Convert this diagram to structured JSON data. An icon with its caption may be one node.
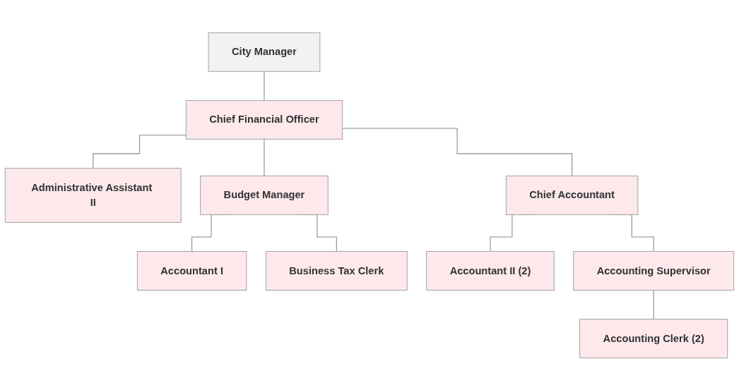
{
  "diagram": {
    "nodes": [
      {
        "text": [
          "City Manager"
        ]
      },
      {
        "text": [
          "Chief Financial Officer"
        ]
      },
      {
        "text": [
          "Administrative Assistant II"
        ]
      },
      {
        "text": [
          "Budget Manager"
        ]
      },
      {
        "text": [
          "Chief Accountant"
        ]
      },
      {
        "text": [
          "Accountant I"
        ]
      },
      {
        "text": [
          "Business Tax Clerk"
        ]
      },
      {
        "text": [
          "Accountant II (2)"
        ]
      },
      {
        "text": [
          "Accounting Supervisor"
        ]
      },
      {
        "text": [
          "Accounting Clerk (2)"
        ]
      }
    ],
    "edges": [
      {
        "from": 0,
        "to": 1,
        "arrow": "none"
      },
      {
        "from": 1,
        "to": 2,
        "arrow": "none"
      },
      {
        "from": 1,
        "to": 3,
        "arrow": "none"
      },
      {
        "from": 1,
        "to": 4,
        "arrow": "none"
      },
      {
        "from": 3,
        "to": 5,
        "arrow": "none"
      },
      {
        "from": 3,
        "to": 6,
        "arrow": "none"
      },
      {
        "from": 4,
        "to": 7,
        "arrow": "none"
      },
      {
        "from": 4,
        "to": 8,
        "arrow": "none"
      },
      {
        "from": 8,
        "to": 9,
        "arrow": "none"
      }
    ]
  }
}
